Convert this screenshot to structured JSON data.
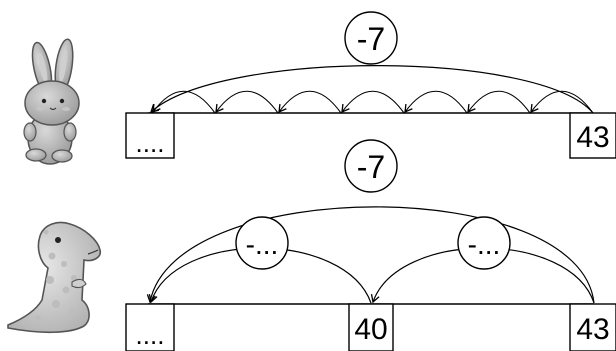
{
  "top_line": {
    "operator_label": "-7",
    "start_box_label": "....",
    "end_box_label": "43"
  },
  "bottom_line": {
    "operator_label": "-7",
    "start_box_label": "....",
    "middle_box_label": "40",
    "end_box_label": "43",
    "left_jump_label": "-...",
    "right_jump_label": "-..."
  },
  "characters": {
    "top": "bunny",
    "bottom": "dinosaur"
  }
}
